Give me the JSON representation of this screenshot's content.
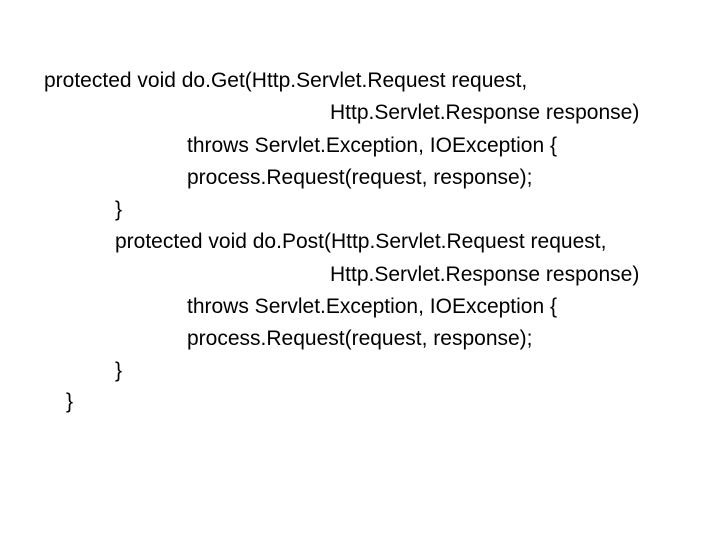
{
  "code": {
    "lines": [
      "protected void do.Get(Http.Servlet.Request request,",
      "Http.Servlet.Response response)",
      "throws Servlet.Exception, IOException {",
      "process.Request(request, response);",
      "}",
      "protected void do.Post(Http.Servlet.Request request,",
      "Http.Servlet.Response response)",
      "throws Servlet.Exception, IOException {",
      "process.Request(request, response);",
      "}",
      "}"
    ]
  }
}
